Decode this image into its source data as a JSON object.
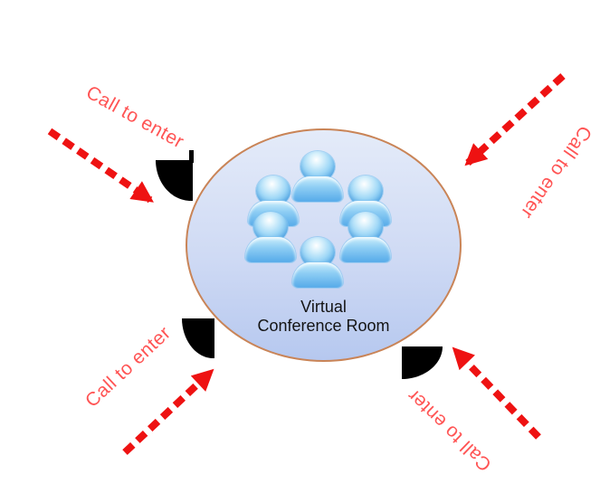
{
  "room": {
    "label_line1": "Virtual",
    "label_line2": "Conference Room",
    "participants": 6
  },
  "labels": [
    {
      "text": "Call to enter",
      "position": "top-left"
    },
    {
      "text": "Call to enter",
      "position": "top-right"
    },
    {
      "text": "Call to enter",
      "position": "bottom-left"
    },
    {
      "text": "Call to enter",
      "position": "bottom-right"
    }
  ],
  "icons": {
    "person": "person-icon",
    "phone": "phone-wedge-icon",
    "arrow": "dashed-arrow-icon"
  },
  "colors": {
    "arrow": "#ee1212",
    "label_text": "#ff5454",
    "ellipse_border": "#c98457",
    "ellipse_top": "#e4ebf9",
    "ellipse_bottom": "#b6c8ef",
    "room_text": "#141414",
    "phone_shape": "#000000",
    "background": "#ffffff"
  }
}
